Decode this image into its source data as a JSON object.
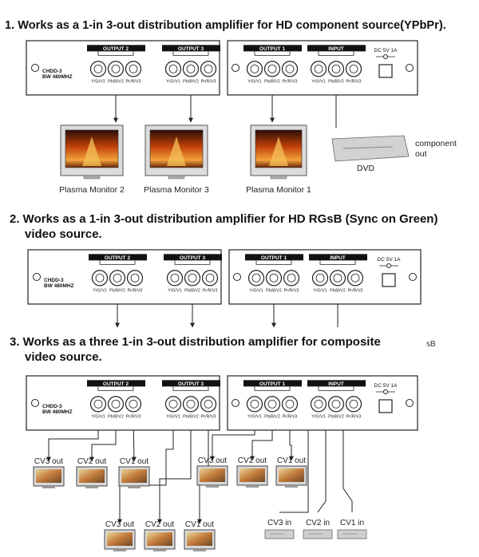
{
  "sections": [
    {
      "heading": "1. Works as a 1-in 3-out distribution amplifier for HD component source(YPbPr)."
    },
    {
      "heading_line1": "2. Works as a 1-in 3-out distribution amplifier for HD RGsB (Sync on Green)",
      "heading_line2": "video source."
    },
    {
      "heading_line1": "3. Works as a three 1-in 3-out distribution amplifier for composite",
      "heading_line2": "video source."
    }
  ],
  "stray_text": "sB",
  "device": {
    "model": "CHDD-3",
    "bandwidth": "BW 480MHZ",
    "groups": {
      "output2": "OUTPUT 2",
      "output3": "OUTPUT 3",
      "output1": "OUTPUT 1",
      "input": "INPUT"
    },
    "jacks": [
      "Y/G/V1",
      "Pb/B/V2",
      "Pr/R/V3"
    ],
    "power": "DC 5V 1A"
  },
  "section1": {
    "monitors": [
      "Plasma Monitor 2",
      "Plasma Monitor 3",
      "Plasma Monitor 1"
    ],
    "source": "DVD",
    "source_note_line1": "component",
    "source_note_line2": "out"
  },
  "section3": {
    "top_outs": [
      "CV3 out",
      "CV2 out",
      "CV1 out",
      "CV3 out",
      "CV2 out",
      "CV1 out"
    ],
    "bottom_outs": [
      "CV3 out",
      "CV2 out",
      "CV1 out"
    ],
    "inputs": [
      "CV3 in",
      "CV2 in",
      "CV1 in"
    ]
  },
  "colors": {
    "line": "#222222",
    "panel_fill": "#ffffff",
    "label_bar": "#111111",
    "screen": "#b8400c"
  }
}
